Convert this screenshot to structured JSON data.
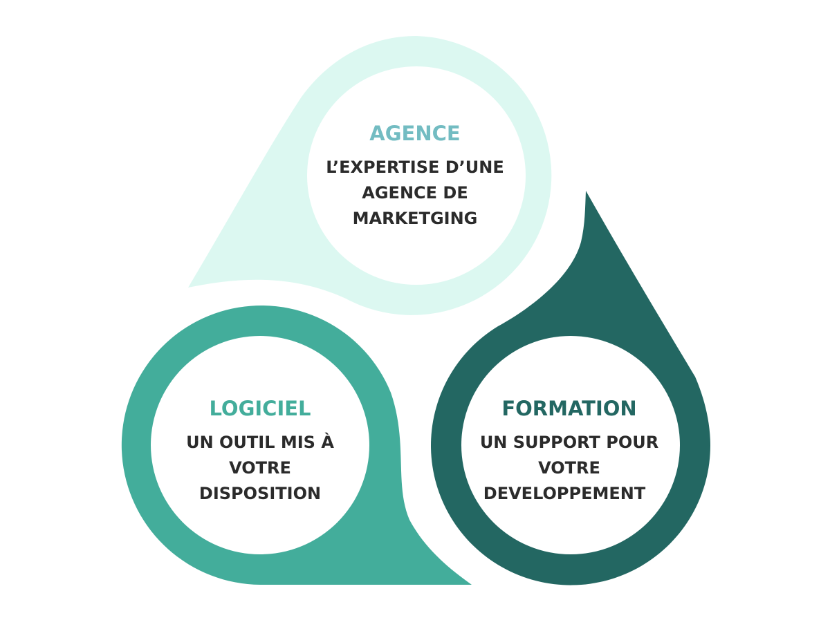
{
  "colors": {
    "agence_shape": "#dcf8f1",
    "logiciel_shape": "#43ad9b",
    "formation_shape": "#236762",
    "agence_title": "#73bcc2",
    "logiciel_title": "#43ad9b",
    "formation_title": "#236762",
    "inner_circle": "#ffffff",
    "body_text": "#2b2b2b"
  },
  "agence": {
    "title": "AGENCE",
    "lines": [
      "L’EXPERTISE D’UNE",
      "AGENCE DE",
      "MARKETGING"
    ]
  },
  "logiciel": {
    "title": "LOGICIEL",
    "lines": [
      "UN OUTIL MIS À",
      "VOTRE",
      "DISPOSITION"
    ]
  },
  "formation": {
    "title": "FORMATION",
    "lines": [
      "UN SUPPORT POUR",
      "VOTRE",
      "DEVELOPPEMENT"
    ]
  }
}
